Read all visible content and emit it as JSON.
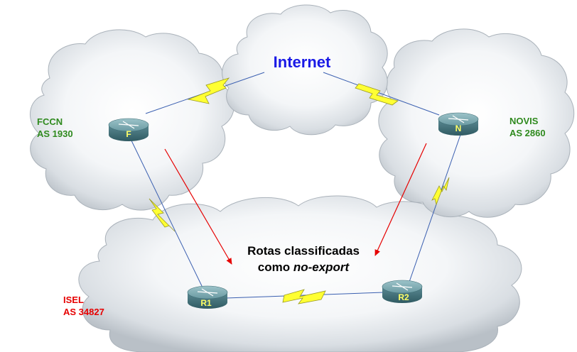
{
  "clouds": {
    "internet": {
      "label": "Internet"
    },
    "fccn": {
      "name": "FCCN",
      "as": "AS 1930"
    },
    "novis": {
      "name": "NOVIS",
      "as": "AS 2860"
    },
    "isel": {
      "name": "ISEL",
      "as": "AS 34827"
    }
  },
  "routers": {
    "f": {
      "label": "F"
    },
    "n": {
      "label": "N"
    },
    "r1": {
      "label": "R1"
    },
    "r2": {
      "label": "R2"
    }
  },
  "annotation": {
    "line1": "Rotas classificadas",
    "line2_prefix": "como ",
    "line2_emphasis": "no-export"
  },
  "colors": {
    "internet_label": "#1a1ae6",
    "as_green": "#2f8a1e",
    "isel_red": "#e60000",
    "arrow_red": "#e60000",
    "link_blue": "#3a5fb0",
    "serial_yellow": "#ffff33",
    "router_body": "#4f7f88"
  },
  "icons": {
    "router": "router-icon",
    "serial_link": "serial-link-icon"
  }
}
